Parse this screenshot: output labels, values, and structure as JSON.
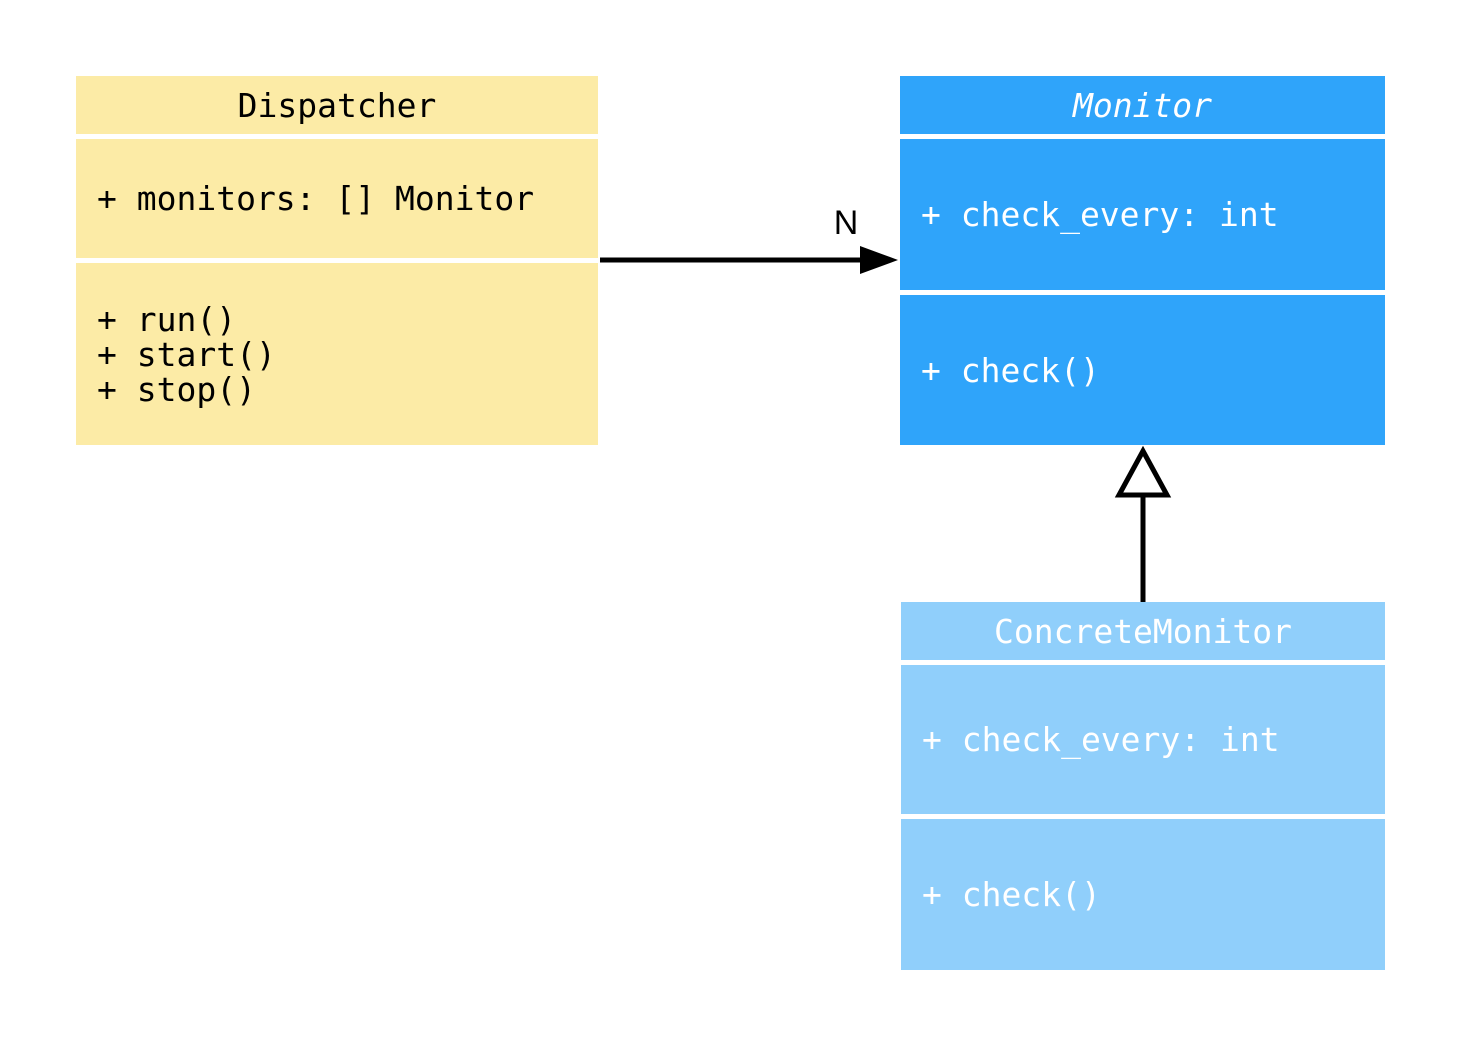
{
  "diagram": {
    "type": "uml-class-diagram",
    "background_color": "#ffffff",
    "classes": [
      {
        "title": "Dispatcher",
        "abstract": false,
        "title_font_style": "normal",
        "fill": "#FCEBA6",
        "text_color": "#000000",
        "attributes": [
          "+ monitors: [] Monitor"
        ],
        "methods": [
          "+ run()",
          "+ start()",
          "+ stop()"
        ]
      },
      {
        "title": "Monitor",
        "abstract": true,
        "title_font_style": "italic",
        "fill": "#2FA4FA",
        "text_color": "#ffffff",
        "attributes": [
          "+ check_every: int"
        ],
        "methods": [
          "+ check()"
        ]
      },
      {
        "title": "ConcreteMonitor",
        "abstract": false,
        "title_font_style": "normal",
        "fill": "#90CFFB",
        "text_color": "#ffffff",
        "attributes": [
          "+ check_every: int"
        ],
        "methods": [
          "+ check()"
        ]
      }
    ],
    "relations": [
      {
        "type": "association",
        "from": "Dispatcher",
        "to": "Monitor",
        "label": "N",
        "color": "#000000"
      },
      {
        "type": "generalization",
        "from": "ConcreteMonitor",
        "to": "Monitor",
        "label": "",
        "color": "#000000"
      }
    ]
  }
}
